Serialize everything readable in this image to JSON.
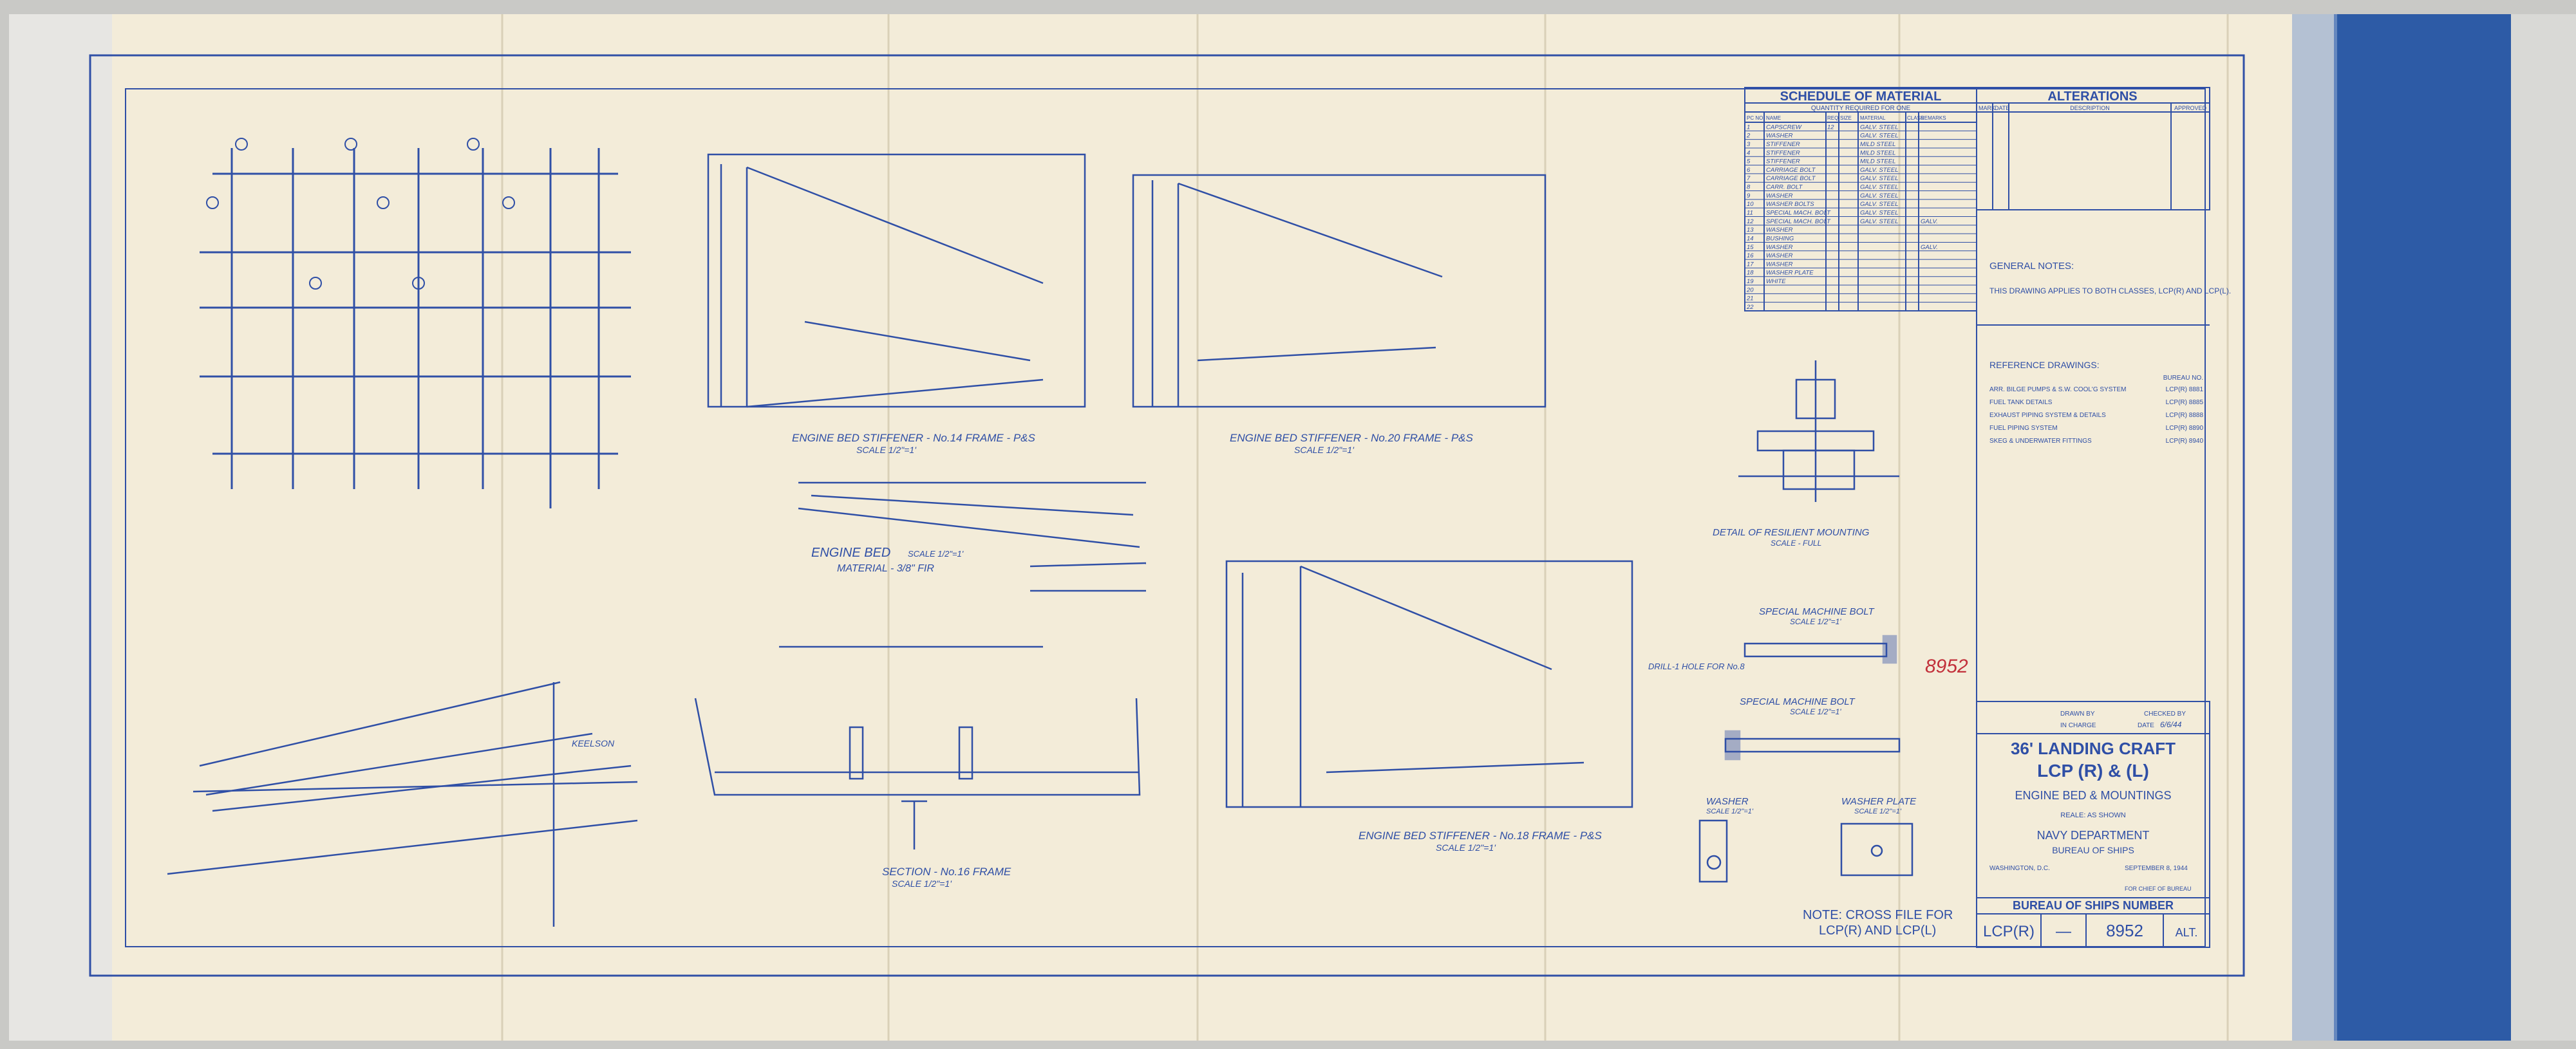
{
  "schedule": {
    "title": "SCHEDULE OF MATERIAL",
    "subtitle": "QUANTITY REQUIRED FOR ONE",
    "headers": [
      "PC NO.",
      "NAME",
      "REQ",
      "SIZE",
      "MATERIAL",
      "CLASS",
      "REMARKS"
    ],
    "rows": [
      [
        "1",
        "CAPSCREW",
        "12",
        "",
        "GALV. STEEL",
        "",
        ""
      ],
      [
        "2",
        "WASHER",
        "",
        "",
        "GALV. STEEL",
        "",
        ""
      ],
      [
        "3",
        "STIFFENER",
        "",
        "",
        "MILD STEEL",
        "",
        ""
      ],
      [
        "4",
        "STIFFENER",
        "",
        "",
        "MILD STEEL",
        "",
        ""
      ],
      [
        "5",
        "STIFFENER",
        "",
        "",
        "MILD STEEL",
        "",
        ""
      ],
      [
        "6",
        "CARRIAGE BOLT",
        "",
        "",
        "GALV. STEEL",
        "",
        ""
      ],
      [
        "7",
        "CARRIAGE BOLT",
        "",
        "",
        "GALV. STEEL",
        "",
        ""
      ],
      [
        "8",
        "CARR. BOLT",
        "",
        "",
        "GALV. STEEL",
        "",
        ""
      ],
      [
        "9",
        "WASHER",
        "",
        "",
        "GALV. STEEL",
        "",
        ""
      ],
      [
        "10",
        "WASHER BOLTS",
        "",
        "",
        "GALV. STEEL",
        "",
        ""
      ],
      [
        "11",
        "SPECIAL MACH. BOLT",
        "",
        "",
        "GALV. STEEL",
        "",
        ""
      ],
      [
        "12",
        "SPECIAL MACH. BOLT",
        "",
        "",
        "GALV. STEEL",
        "",
        "GALV."
      ],
      [
        "13",
        "WASHER",
        "",
        "",
        "",
        "",
        ""
      ],
      [
        "14",
        "BUSHING",
        "",
        "",
        "",
        "",
        ""
      ],
      [
        "15",
        "WASHER",
        "",
        "",
        "",
        "",
        "GALV."
      ],
      [
        "16",
        "WASHER",
        "",
        "",
        "",
        "",
        ""
      ],
      [
        "17",
        "WASHER",
        "",
        "",
        "",
        "",
        ""
      ],
      [
        "18",
        "WASHER PLATE",
        "",
        "",
        "",
        "",
        ""
      ],
      [
        "19",
        "WHITE",
        "",
        "",
        "",
        "",
        ""
      ],
      [
        "20",
        "",
        "",
        "",
        "",
        "",
        ""
      ],
      [
        "21",
        "",
        "",
        "",
        "",
        "",
        ""
      ],
      [
        "22",
        "",
        "",
        "",
        "",
        "",
        ""
      ]
    ]
  },
  "alterations": {
    "title": "ALTERATIONS",
    "headers": [
      "MARK",
      "DATE",
      "DESCRIPTION",
      "APPROVED"
    ]
  },
  "general_notes": {
    "title": "GENERAL NOTES:",
    "text": "THIS DRAWING APPLIES TO BOTH CLASSES, LCP(R) AND LCP(L)."
  },
  "reference_drawings": {
    "title": "REFERENCE DRAWINGS:",
    "col_header": "BUREAU NO.",
    "items": [
      {
        "name": "ARR. BILGE PUMPS & S.W. COOL'G SYSTEM",
        "no": "LCP(R) 8881"
      },
      {
        "name": "FUEL TANK DETAILS",
        "no": "LCP(R) 8885"
      },
      {
        "name": "EXHAUST PIPING SYSTEM & DETAILS",
        "no": "LCP(R) 8888"
      },
      {
        "name": "FUEL PIPING SYSTEM",
        "no": "LCP(R) 8890"
      },
      {
        "name": "SKEG & UNDERWATER FITTINGS",
        "no": "LCP(R) 8940"
      }
    ]
  },
  "title_block": {
    "drawn_by": "DRAWN BY",
    "checked_by": "CHECKED BY",
    "in_charge": "IN CHARGE",
    "date_label": "DATE",
    "date": "6/6/44",
    "craft": "36' LANDING CRAFT",
    "class": "LCP (R) & (L)",
    "subject": "ENGINE BED & MOUNTINGS",
    "scale": "REALE: AS SHOWN",
    "dept": "NAVY DEPARTMENT",
    "bureau": "BUREAU OF SHIPS",
    "place": "WASHINGTON, D.C.",
    "approved_date": "SEPTEMBER 8, 1944",
    "chief": "FOR CHIEF OF BUREAU",
    "number_label": "BUREAU OF SHIPS NUMBER",
    "number_class": "LCP(R)",
    "dash": "—",
    "number": "8952",
    "alt": "ALT."
  },
  "note": {
    "line1": "NOTE: CROSS FILE FOR",
    "line2": "LCP(R) AND LCP(L)"
  },
  "stamp": "8952",
  "views": {
    "stiffener_p": "ENGINE BED STIFFENER - No.14 FRAME - P&S",
    "stiffener_p_scale": "SCALE 1/2\"=1'",
    "stiffener_q": "ENGINE BED STIFFENER - No.20 FRAME - P&S",
    "stiffener_q_scale": "SCALE 1/2\"=1'",
    "stiffener_r": "ENGINE BED STIFFENER - No.18 FRAME - P&S",
    "stiffener_r_scale": "SCALE 1/2\"=1'",
    "engine_bed": "ENGINE BED",
    "engine_bed_scale": "SCALE 1/2\"=1'",
    "engine_bed_mat": "MATERIAL - 3/8\" FIR",
    "section": "SECTION - No.16 FRAME",
    "section_scale": "SCALE 1/2\"=1'",
    "resilient": "DETAIL OF RESILIENT MOUNTING",
    "resilient_scale": "SCALE - FULL",
    "mach_bolt_1": "SPECIAL MACHINE BOLT",
    "mach_bolt_2": "SPECIAL MACHINE BOLT",
    "bolt_scale": "SCALE 1/2\"=1'",
    "washer": "WASHER",
    "washer_plate": "WASHER PLATE",
    "small_scale": "SCALE 1/2\"=1'",
    "drill_note": "DRILL-1 HOLE FOR No.8",
    "keelson": "KEELSON"
  }
}
